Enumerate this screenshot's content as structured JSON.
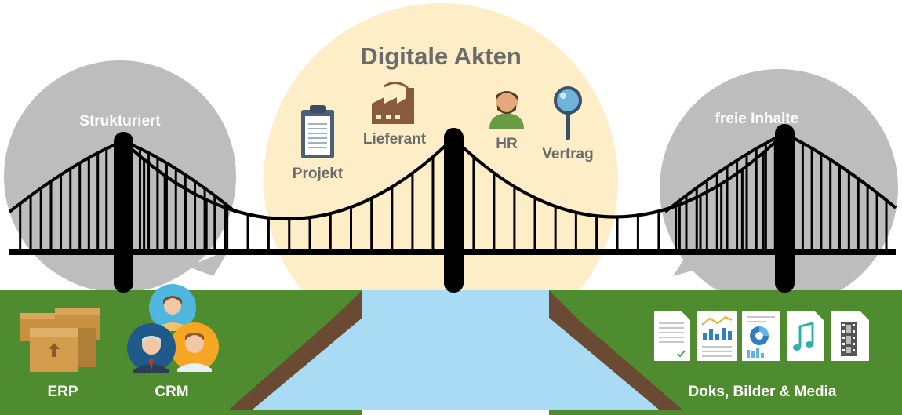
{
  "center": {
    "title": "Digitale Akten"
  },
  "left_bubble": {
    "label": "Strukturiert"
  },
  "right_bubble": {
    "label": "freie Inhalte"
  },
  "file_types": [
    {
      "label": "Projekt",
      "icon": "clipboard-icon"
    },
    {
      "label": "Lieferant",
      "icon": "factory-icon"
    },
    {
      "label": "HR",
      "icon": "person-icon"
    },
    {
      "label": "Vertrag",
      "icon": "magnifier-icon"
    }
  ],
  "left_bank": [
    {
      "label": "ERP",
      "icon": "boxes-icon"
    },
    {
      "label": "CRM",
      "icon": "people-icon"
    }
  ],
  "right_bank": {
    "label": "Doks, Bilder & Media",
    "icons": [
      "document-icon",
      "chart-doc-icon",
      "report-doc-icon",
      "music-doc-icon",
      "video-doc-icon"
    ]
  },
  "colors": {
    "grass": "#4f8c2f",
    "water": "#a9dcf4",
    "earth": "#6b4a33",
    "bubble": "#bdbdbd",
    "sun": "#fdeec8",
    "label": "#6b6b6b",
    "bridge": "#000000"
  }
}
